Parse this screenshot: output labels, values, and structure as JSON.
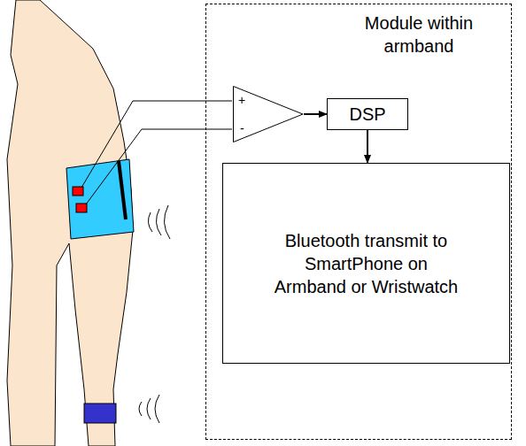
{
  "diagram": {
    "nodes": [
      {
        "text": [
          "Module within armband"
        ]
      },
      {
        "text": [
          "+",
          "-"
        ],
        "in": 0
      },
      {
        "text": [
          "DSP"
        ],
        "in": 0
      },
      {
        "text": [
          "Bluetooth transmit to SmartPhone on Armband or Wristwatch"
        ],
        "in": 0
      }
    ],
    "edges": [
      {
        "from": 1,
        "to": 2,
        "arrow": "to"
      },
      {
        "from": 2,
        "to": 3,
        "arrow": "to"
      }
    ]
  }
}
